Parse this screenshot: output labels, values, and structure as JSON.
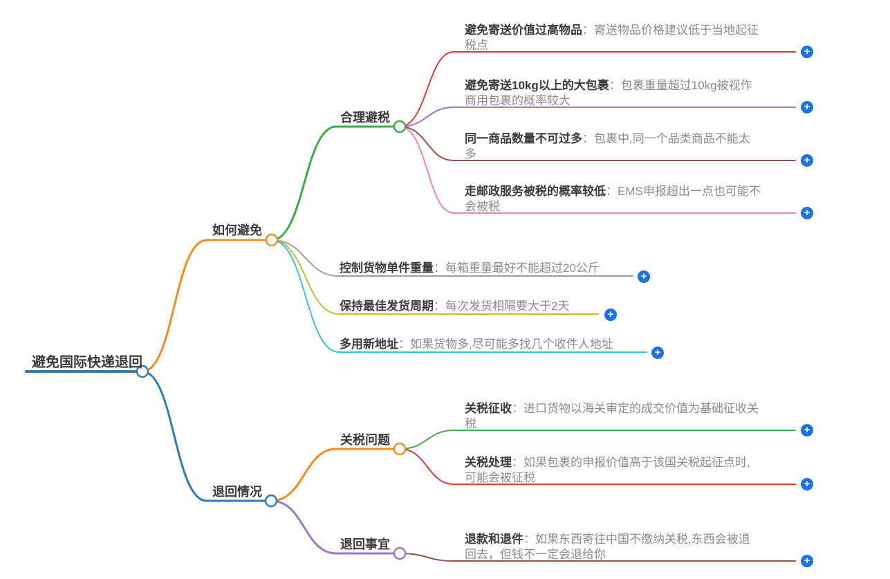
{
  "mindmap": {
    "separator": "：",
    "plus_icon": "+",
    "colors": {
      "blue": "#2d7dbd",
      "orange": "#f28c1e",
      "green": "#3eab47",
      "red": "#e53935",
      "purple": "#9b75d0",
      "brown": "#994f44",
      "pink": "#ef82bd",
      "gray": "#9e9e9e",
      "olive": "#c6bf2b",
      "cyan": "#35c4e0",
      "plus_button": "#1a73e8"
    },
    "root": {
      "label": "避免国际快递退回",
      "color": "#2d7dbd"
    },
    "branches": [
      {
        "label": "如何避免",
        "color": "#f28c1e",
        "children": [
          {
            "label": "合理避税",
            "color": "#3eab47",
            "children": [
              {
                "label": "避免寄送价值过高物品",
                "desc": "寄送物品价格建议低于当地起征税点",
                "color": "#e53935"
              },
              {
                "label": "避免寄送10kg以上的大包裹",
                "desc": "包裹重量超过10kg被视作商用包裹的概率较大",
                "color": "#9b75d0"
              },
              {
                "label": "同一商品数量不可过多",
                "desc": "包裹中,同一个品类商品不能太多",
                "color": "#994f44"
              },
              {
                "label": "走邮政服务被税的概率较低",
                "desc": "EMS申报超出一点也可能不会被税",
                "color": "#ef82bd"
              }
            ]
          },
          {
            "label": "控制货物单件重量",
            "desc": "每箱重量最好不能超过20公斤",
            "color": "#9e9e9e"
          },
          {
            "label": "保持最佳发货周期",
            "desc": "每次发货相隔要大于2天",
            "color": "#c6bf2b"
          },
          {
            "label": "多用新地址",
            "desc": "如果货物多,尽可能多找几个收件人地址",
            "color": "#35c4e0"
          }
        ]
      },
      {
        "label": "退回情况",
        "color": "#2d7dbd",
        "children": [
          {
            "label": "关税问题",
            "color": "#f28c1e",
            "children": [
              {
                "label": "关税征收",
                "desc": "进口货物以海关审定的成交价值为基础征收关税",
                "color": "#3eab47"
              },
              {
                "label": "关税处理",
                "desc": "如果包裹的申报价值高于该国关税起征点时,可能会被征税",
                "color": "#e53935"
              }
            ]
          },
          {
            "label": "退回事宜",
            "color": "#9b75d0",
            "children": [
              {
                "label": "退款和退件",
                "desc": "如果东西寄往中国不缴纳关税,东西会被退回去，但钱不一定会退给你",
                "color": "#994f44"
              }
            ]
          }
        ]
      }
    ]
  }
}
